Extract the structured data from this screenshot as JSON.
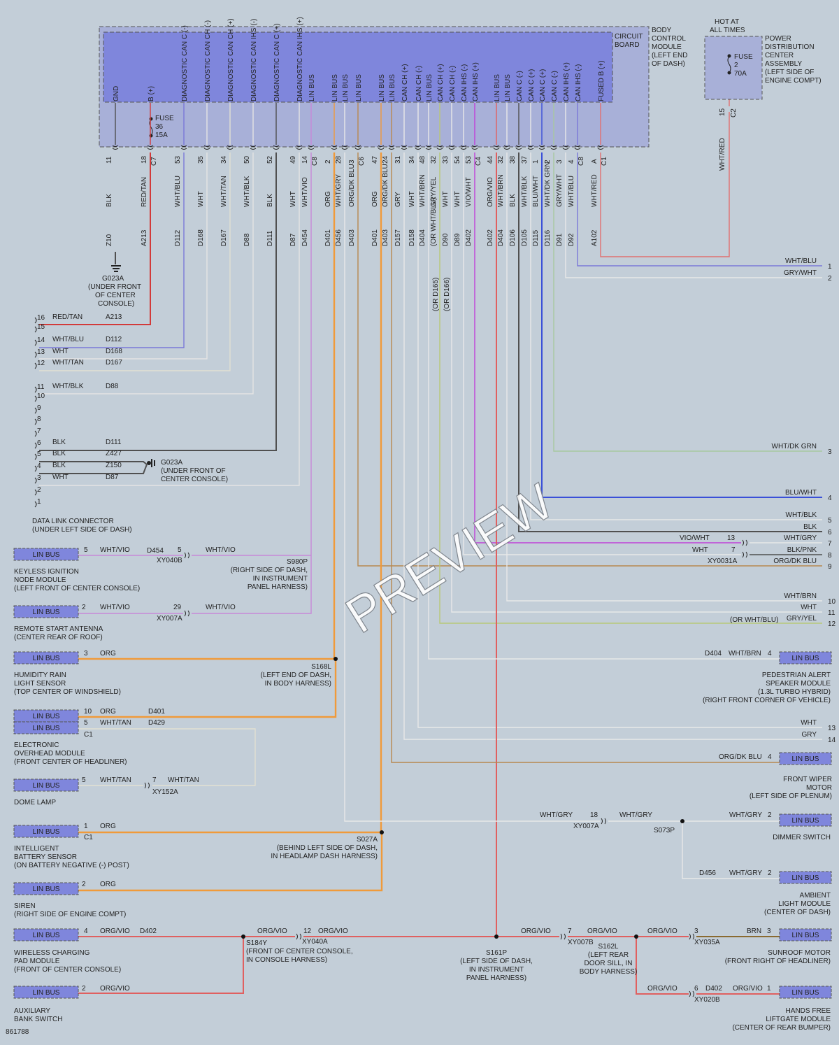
{
  "bcm": {
    "lines": [
      "BODY",
      "CONTROL",
      "MODULE",
      "(LEFT END",
      "OF DASH)"
    ],
    "board_lines": [
      "CIRCUIT",
      "BOARD"
    ],
    "fuse": {
      "lines": [
        "FUSE",
        "36",
        "15A"
      ]
    },
    "pins": [
      {
        "func": "GND",
        "pin": "11",
        "wire": "BLK",
        "circuit": "Z10",
        "color": "#505050"
      },
      {
        "func": "B (+)",
        "pin": "18",
        "conn": "C7",
        "wire": "RED/TAN",
        "circuit": "A213",
        "color": "#d23a3a"
      },
      {
        "func": "DIAGNOSTIC CAN C (-)",
        "pin": "53",
        "wire": "WHT/BLU",
        "circuit": "D112",
        "color": "#7b78d8"
      },
      {
        "func": "DIAGNOSTIC CAN CH (-)",
        "pin": "35",
        "wire": "WHT",
        "circuit": "D168",
        "color": "#e4e4e4"
      },
      {
        "func": "DIAGNOSTIC CAN CH (+)",
        "pin": "34",
        "wire": "WHT/TAN",
        "circuit": "D167",
        "color": "#e2e0d2"
      },
      {
        "func": "DIAGNOSTIC CAN IHS (-)",
        "pin": "50",
        "wire": "WHT/BLK",
        "circuit": "D88",
        "color": "#e4e4e4"
      },
      {
        "func": "DIAGNOSTIC CAN C (+)",
        "pin": "52",
        "wire": "BLK",
        "circuit": "D111",
        "color": "#505050"
      },
      {
        "func": "DIAGNOSTIC CAN IHS (+)",
        "pin": "49",
        "wire": "WHT",
        "circuit": "D87",
        "color": "#e4e4e4"
      },
      {
        "func": "LIN BUS",
        "pin": "14",
        "conn": "C8",
        "wire": "WHT/VIO",
        "circuit": "D454",
        "color": "#c888d8"
      },
      {
        "func": "LIN BUS",
        "pin": "2",
        "wire": "ORG",
        "circuit": "D401",
        "color": "#f09a3a"
      },
      {
        "func": "LIN BUS",
        "pin": "28",
        "wire": "WHT/GRY",
        "circuit": "D456",
        "color": "#e8e8e8"
      },
      {
        "func": "LIN BUS",
        "pin": "3",
        "conn": "C6",
        "wire": "ORG/DK BLU",
        "circuit": "D403",
        "color": "#b88850"
      },
      {
        "func": "LIN BUS",
        "pin": "47",
        "wire": "ORG",
        "circuit": "D401",
        "color": "#f09a3a"
      },
      {
        "func": "LIN BUS",
        "pin": "24",
        "wire": "ORG/DK BLU",
        "circuit": "D403",
        "color": "#b88850"
      },
      {
        "func": "CAN CH (+)",
        "pin": "31",
        "wire": "GRY",
        "circuit": "D157",
        "color": "#e8e8e8"
      },
      {
        "func": "CAN CH (-)",
        "pin": "34",
        "wire": "WHT",
        "circuit": "D158",
        "color": "#e8e8e8"
      },
      {
        "func": "LIN BUS",
        "pin": "48",
        "wire": "WHT/BRN",
        "circuit": "D404",
        "color": "#e8e8e8"
      },
      {
        "func": "CAN CH (+)",
        "pin": "32",
        "wire": "GRY/YEL",
        "circuit": "(OR WHT/BLU)",
        "color": "#b8c878"
      },
      {
        "func": "CAN CH (-)",
        "pin": "33",
        "wire": "WHT",
        "circuit": "D90",
        "color": "#e8e8e8"
      },
      {
        "func": "CAN IHS (-)",
        "pin": "54",
        "wire": "WHT",
        "circuit": "D89",
        "color": "#e8e8e8"
      },
      {
        "func": "CAN IHS (+)",
        "pin": "53",
        "conn": "C4",
        "wire": "VIO/WHT",
        "circuit": "D402",
        "color": "#c040d8"
      },
      {
        "func": "LIN BUS",
        "pin": "44",
        "wire": "ORG/VIO",
        "circuit": "D402",
        "color": "#e06060"
      },
      {
        "func": "LIN BUS",
        "pin": "32",
        "wire": "WHT/BRN",
        "circuit": "D404",
        "color": "#e8e8e8"
      },
      {
        "func": "CAN C (-)",
        "pin": "38",
        "wire": "BLK",
        "circuit": "D106",
        "color": "#505050"
      },
      {
        "func": "CAN C (+)",
        "pin": "37",
        "wire": "WHT/BLK",
        "circuit": "D105",
        "color": "#e8e8e8"
      },
      {
        "func": "CAN C (+)",
        "pin": "1",
        "wire": "BLU/WHT",
        "circuit": "D115",
        "color": "#3a50d8"
      },
      {
        "func": "CAN C (-)",
        "pin": "2",
        "wire": "WHT/DK GRN",
        "circuit": "D116",
        "color": "#a8c8a0"
      },
      {
        "func": "CAN IHS (+)",
        "pin": "3",
        "wire": "GRY/WHT",
        "circuit": "D91",
        "color": "#e8e8e8"
      },
      {
        "func": "CAN IHS (-)",
        "pin": "4",
        "conn": "C8",
        "wire": "WHT/BLU",
        "circuit": "D92",
        "color": "#7b78d8"
      },
      {
        "func": "FUSED B (+)",
        "pin": "A",
        "conn": "C1",
        "wire": "WHT/RED",
        "circuit": "A102",
        "color": "#e07070"
      }
    ]
  },
  "pdc": {
    "hot": [
      "HOT AT",
      "ALL TIMES"
    ],
    "fuse": [
      "FUSE",
      "2",
      "70A"
    ],
    "lines": [
      "POWER",
      "DISTRIBUTION",
      "CENTER",
      "ASSEMBLY",
      "(LEFT SIDE OF",
      "ENGINE COMPT)"
    ],
    "pin": "15",
    "conn": "C2",
    "wire": "WHT/RED"
  },
  "ground1": [
    "G023A",
    "(UNDER FRONT",
    "OF CENTER",
    "CONSOLE)"
  ],
  "dlc": {
    "title": "DATA LINK CONNECTOR",
    "subtitle": "(UNDER LEFT SIDE OF DASH)",
    "rows": [
      {
        "pin": "16",
        "wire": "RED/TAN",
        "circuit": "A213"
      },
      {
        "pin": "15",
        "wire": "",
        "circuit": ""
      },
      {
        "pin": "14",
        "wire": "WHT/BLU",
        "circuit": "D112"
      },
      {
        "pin": "13",
        "wire": "WHT",
        "circuit": "D168"
      },
      {
        "pin": "12",
        "wire": "WHT/TAN",
        "circuit": "D167"
      },
      {
        "pin": "11",
        "wire": "WHT/BLK",
        "circuit": "D88"
      },
      {
        "pin": "10",
        "wire": "",
        "circuit": ""
      },
      {
        "pin": "9",
        "wire": "",
        "circuit": ""
      },
      {
        "pin": "8",
        "wire": "",
        "circuit": ""
      },
      {
        "pin": "7",
        "wire": "",
        "circuit": ""
      },
      {
        "pin": "6",
        "wire": "BLK",
        "circuit": "D111"
      },
      {
        "pin": "5",
        "wire": "BLK",
        "circuit": "Z427"
      },
      {
        "pin": "4",
        "wire": "BLK",
        "circuit": "Z150"
      },
      {
        "pin": "3",
        "wire": "WHT",
        "circuit": "D87"
      },
      {
        "pin": "2",
        "wire": "",
        "circuit": ""
      },
      {
        "pin": "1",
        "wire": "",
        "circuit": ""
      }
    ],
    "ground": [
      "G023A",
      "(UNDER FRONT OF",
      "CENTER CONSOLE)"
    ]
  },
  "right_outputs": [
    {
      "pin": "1",
      "wire": "WHT/BLU"
    },
    {
      "pin": "2",
      "wire": "GRY/WHT"
    },
    {
      "pin": "3",
      "wire": "WHT/DK GRN"
    },
    {
      "pin": "4",
      "wire": "BLU/WHT"
    },
    {
      "pin": "5",
      "wire": "WHT/BLK"
    },
    {
      "pin": "6",
      "wire": "BLK"
    },
    {
      "pin": "7",
      "wire": "WHT/GRY"
    },
    {
      "pin": "8",
      "wire": "BLK/PNK"
    },
    {
      "pin": "9",
      "wire": "ORG/DK BLU"
    },
    {
      "pin": "10",
      "wire": "WHT/BRN"
    },
    {
      "pin": "11",
      "wire": "WHT"
    },
    {
      "pin": "12",
      "wire": "GRY/YEL"
    },
    {
      "pin": "13",
      "wire": "WHT"
    },
    {
      "pin": "14",
      "wire": "GRY"
    }
  ],
  "xy0031": {
    "name": "XY0031A",
    "vio": "VIO/WHT",
    "wht": "WHT",
    "p13": "13",
    "p7": "7",
    "alt": "(OR WHT/BLU)"
  },
  "alt_circuits": [
    "(OR D165)",
    "(OR D166)"
  ],
  "lin_label": "LIN BUS",
  "modules": {
    "keyless": {
      "pin": "5",
      "wire": "WHT/VIO",
      "circuit": "D454",
      "cpin": "5",
      "conn": "XY040B",
      "wire2": "WHT/VIO",
      "lines": [
        "KEYLESS IGNITION",
        "NODE MODULE",
        "(LEFT FRONT OF CENTER CONSOLE)"
      ],
      "splice": [
        "S980P",
        "(RIGHT SIDE OF DASH,",
        "IN INSTRUMENT",
        "PANEL HARNESS)"
      ]
    },
    "remote": {
      "pin": "2",
      "wire": "WHT/VIO",
      "cpin": "29",
      "conn": "XY007A",
      "wire2": "WHT/VIO",
      "lines": [
        "REMOTE START ANTENNA",
        "(CENTER REAR OF ROOF)"
      ]
    },
    "humidity": {
      "pin": "3",
      "wire": "ORG",
      "lines": [
        "HUMIDITY RAIN",
        "LIGHT SENSOR",
        "(TOP CENTER OF WINDSHIELD)"
      ],
      "splice": [
        "S168L",
        "(LEFT END OF DASH,",
        "IN BODY HARNESS)"
      ]
    },
    "overhead": {
      "pin1": "10",
      "wire1": "ORG",
      "circuit1": "D401",
      "pin2": "5",
      "wire2": "WHT/TAN",
      "circuit2": "D429",
      "conn": "C1",
      "lines": [
        "ELECTRONIC",
        "OVERHEAD MODULE",
        "(FRONT CENTER OF HEADLINER)"
      ]
    },
    "dome": {
      "pin": "5",
      "wire": "WHT/TAN",
      "cpin": "7",
      "conn": "XY152A",
      "wire2": "WHT/TAN",
      "lines": [
        "DOME LAMP"
      ]
    },
    "ibs": {
      "pin": "1",
      "wire": "ORG",
      "conn": "C1",
      "lines": [
        "INTELLIGENT",
        "BATTERY SENSOR",
        "(ON BATTERY NEGATIVE (-) POST)"
      ],
      "splice": [
        "S027A",
        "(BEHIND LEFT SIDE OF DASH,",
        "IN HEADLAMP DASH HARNESS)"
      ]
    },
    "siren": {
      "pin": "2",
      "wire": "ORG",
      "lines": [
        "SIREN",
        "(RIGHT SIDE OF ENGINE COMPT)"
      ]
    },
    "wireless": {
      "pin": "4",
      "wire": "ORG/VIO",
      "circuit": "D402",
      "lines": [
        "WIRELESS CHARGING",
        "PAD MODULE",
        "(FRONT OF CENTER CONSOLE)"
      ],
      "splice": [
        "S184Y",
        "(FRONT OF CENTER CONSOLE,",
        "IN CONSOLE HARNESS)"
      ],
      "wire2": "ORG/VIO",
      "cpin": "12",
      "conn": "XY040A",
      "wire3": "ORG/VIO"
    },
    "aux": {
      "pin": "2",
      "wire": "ORG/VIO",
      "lines": [
        "AUXILIARY",
        "BANK SWITCH"
      ]
    },
    "pedestrian": {
      "circuit": "D404",
      "wire": "WHT/BRN",
      "pin": "4",
      "lines": [
        "PEDESTRIAN ALERT",
        "SPEAKER MODULE",
        "(1.3L TURBO HYBRID)",
        "(RIGHT FRONT CORNER OF VEHICLE)"
      ]
    },
    "wiper": {
      "wire": "ORG/DK BLU",
      "pin": "4",
      "lines": [
        "FRONT WIPER",
        "MOTOR",
        "(LEFT SIDE OF PLENUM)"
      ]
    },
    "dimmer": {
      "wire": "WHT/GRY",
      "pin": "2",
      "lines": [
        "DIMMER SWITCH"
      ],
      "wire_left": "WHT/GRY",
      "cpin": "18",
      "conn": "XY007A",
      "wire_mid": "WHT/GRY",
      "splice": "S073P"
    },
    "ambient": {
      "circuit": "D456",
      "wire": "WHT/GRY",
      "pin": "2",
      "lines": [
        "AMBIENT",
        "LIGHT MODULE",
        "(CENTER OF DASH)"
      ]
    },
    "s161p": [
      "S161P",
      "(LEFT SIDE OF DASH,",
      "IN INSTRUMENT",
      "PANEL HARNESS)"
    ],
    "s162l": [
      "S162L",
      "(LEFT REAR",
      "DOOR SILL, IN",
      "BODY HARNESS)"
    ],
    "sunroof": {
      "wire1": "ORG/VIO",
      "cpin": "7",
      "conn": "XY007B",
      "wire2": "ORG/VIO",
      "wire3": "ORG/VIO",
      "cpin2": "3",
      "conn2": "XY035A",
      "wire4": "BRN",
      "pin": "3",
      "lines": [
        "SUNROOF MOTOR",
        "(FRONT RIGHT OF HEADLINER)"
      ]
    },
    "liftgate": {
      "wire1": "ORG/VIO",
      "cpin": "6",
      "circuit": "D402",
      "conn": "XY020B",
      "wire2": "ORG/VIO",
      "pin": "1",
      "lines": [
        "HANDS FREE",
        "LIFTGATE MODULE",
        "(CENTER OF REAR BUMPER)"
      ]
    }
  },
  "watermark": "PREVIEW",
  "diagram_id": "861788"
}
